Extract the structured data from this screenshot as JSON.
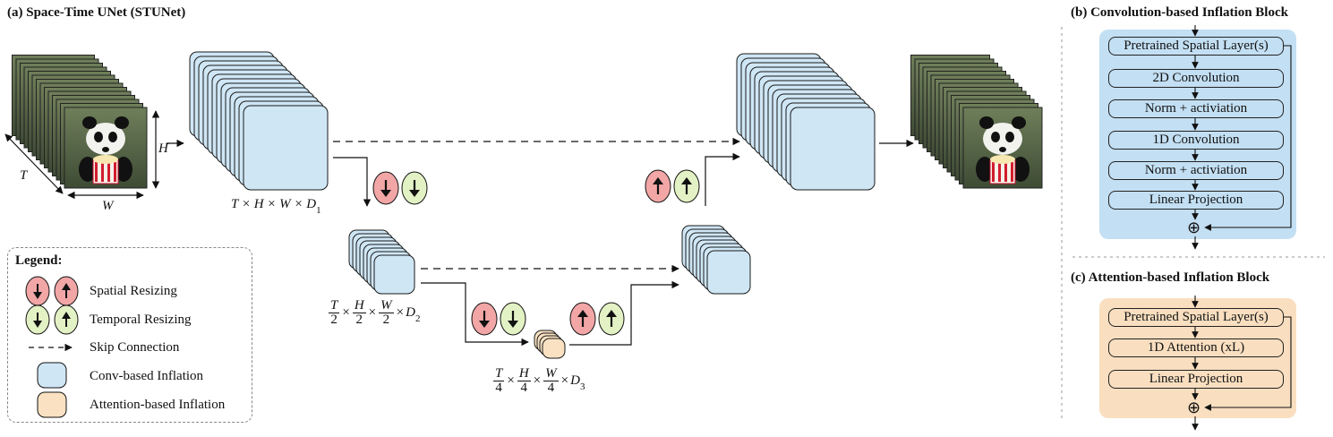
{
  "panel_a": {
    "title": "(a) Space-Time UNet (STUNet)",
    "input_labels": {
      "h": "H",
      "w": "W",
      "t": "T"
    },
    "dim1": "T × H × W × D",
    "dim1_sub": "1",
    "dim2": {
      "t_num": "T",
      "t_den": "2",
      "h_num": "H",
      "h_den": "2",
      "w_num": "W",
      "w_den": "2",
      "d": "D",
      "d_sub": "2"
    },
    "dim3": {
      "t_num": "T",
      "t_den": "4",
      "h_num": "H",
      "h_den": "4",
      "w_num": "W",
      "w_den": "4",
      "d": "D",
      "d_sub": "3"
    },
    "times": "×"
  },
  "legend": {
    "title": "Legend:",
    "items": [
      {
        "label": "Spatial Resizing"
      },
      {
        "label": "Temporal Resizing"
      },
      {
        "label": "Skip Connection"
      },
      {
        "label": "Conv-based Inflation"
      },
      {
        "label": "Attention-based Inflation"
      }
    ]
  },
  "panel_b": {
    "title": "(b) Convolution-based Inflation Block",
    "items": [
      "Pretrained Spatial Layer(s)",
      "2D Convolution",
      "Norm + activiation",
      "1D Convolution",
      "Norm + activiation",
      "Linear Projection"
    ],
    "sum_symbol": "⊕"
  },
  "panel_c": {
    "title": "(c) Attention-based Inflation Block",
    "items": [
      "Pretrained Spatial Layer(s)",
      "1D Attention (xL)",
      "Linear Projection"
    ],
    "sum_symbol": "⊕"
  },
  "colors": {
    "conv_fill": "#cfe6f5",
    "conv_block_bg": "#c3dff3",
    "attn_fill": "#f9e1c2",
    "attn_block_bg": "#f9dfc0",
    "spatial_red": "#f2a6a6",
    "temporal_green": "#e3f2c4"
  }
}
